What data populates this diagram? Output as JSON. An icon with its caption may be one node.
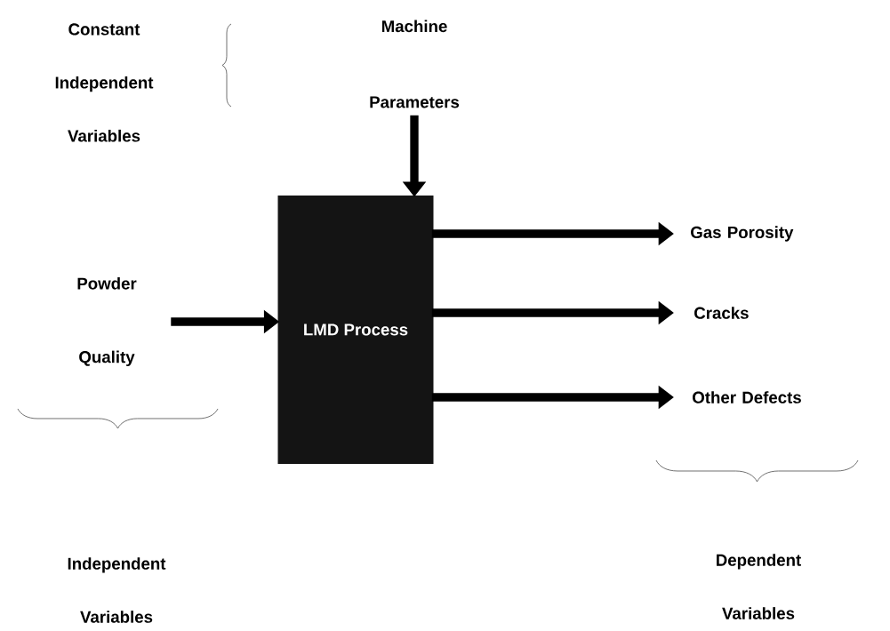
{
  "diagram": {
    "nodes": [
      {
        "text": [
          "Machine Parameters"
        ]
      },
      {
        "text": [
          "LMD Process"
        ]
      },
      {
        "text": [
          "Powder Quality"
        ]
      },
      {
        "text": [
          "Gas Porosity"
        ]
      },
      {
        "text": [
          "Cracks"
        ]
      },
      {
        "text": [
          "Other Defects"
        ]
      }
    ],
    "edges": [
      {
        "from": 0,
        "to": 1,
        "arrow": "to"
      },
      {
        "from": 2,
        "to": 1,
        "arrow": "to"
      },
      {
        "from": 1,
        "to": 3,
        "arrow": "to"
      },
      {
        "from": 1,
        "to": 4,
        "arrow": "to"
      },
      {
        "from": 1,
        "to": 5,
        "arrow": "to"
      }
    ],
    "labels": [
      "Constant Independent Variables",
      "Independent Variables",
      "Dependent Variables"
    ]
  }
}
